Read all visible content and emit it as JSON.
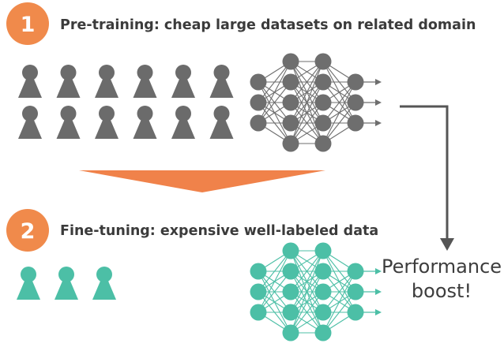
{
  "colors": {
    "badge": "#f08a4b",
    "arrow_banner": "#f0824a",
    "pretrain_people": "#6b6b6b",
    "pretrain_network": "#6e6e6e",
    "finetune_people": "#4cbfa6",
    "finetune_network": "#4cbfa6",
    "connector_arrow": "#555555"
  },
  "step1": {
    "number": "1",
    "title": "Pre-training: cheap large datasets on related domain"
  },
  "step2": {
    "number": "2",
    "title": "Fine-tuning: expensive well-labeled data"
  },
  "result": {
    "line1": "Performance",
    "line2": "boost!"
  },
  "pretrain_group": {
    "icon": "person-icon",
    "rows": 2,
    "per_row": 6
  },
  "finetune_group": {
    "icon": "person-icon",
    "count": 3
  },
  "network": {
    "layer_sizes": [
      3,
      5,
      5,
      3
    ]
  }
}
